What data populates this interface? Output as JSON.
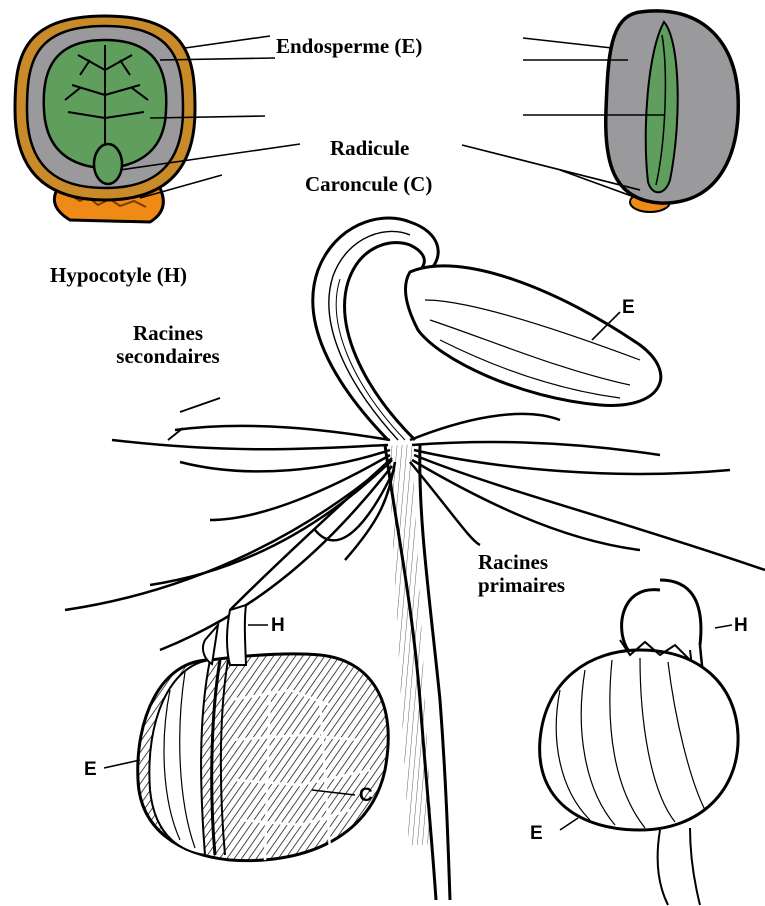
{
  "colors": {
    "endosperm_grey": "#9a9a9c",
    "embryo_green": "#5f9e5c",
    "testa_orange": "#c98a2a",
    "caruncle_orange": "#f08a16",
    "ink": "#000000"
  },
  "labels": {
    "endosperme": "Endosperme (E)",
    "radicule": "Radicule",
    "caroncule": "Caroncule (C)",
    "hypocotyle": "Hypocotyle (H)",
    "racines_secondaires_1": "Racines",
    "racines_secondaires_2": "secondaires",
    "racines_primaires_1": "Racines",
    "racines_primaires_2": "primaires"
  },
  "markers": {
    "e_seedling": "E",
    "h_left": "H",
    "c_left": "C",
    "e_left": "E",
    "h_right": "H",
    "e_right": "E"
  },
  "icons": [
    "seed-front-section-icon",
    "seed-side-section-icon",
    "germinating-seedling-drawing",
    "seed-with-hypocotyl-left-drawing",
    "seed-with-hypocotyl-right-drawing"
  ]
}
